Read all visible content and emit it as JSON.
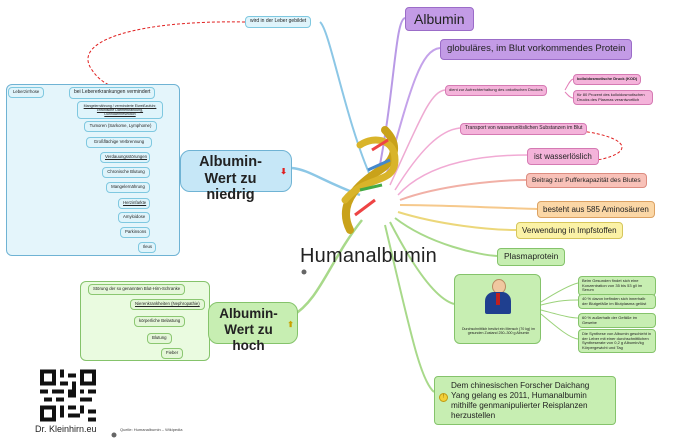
{
  "center": {
    "title": "Humanalbumin"
  },
  "top": {
    "liver": "wird in der Leber gebildet",
    "albumin": "Albumin",
    "globular": "globuläres, im Blut vorkommendes Protein"
  },
  "osmotic": {
    "main": "dient zur Aufrechterhaltung des onkotischen Druckes",
    "kod": "kolloidosmotische Druck (KOD)",
    "percent": "für 80 Prozent des kolloidosmotischen Drucks des Plasmas verantwortlich"
  },
  "transport": {
    "main": "Transport von wasserunlöslichen Substanzen im Blut",
    "soluble": "ist wasserlöslich"
  },
  "right": {
    "buffer": "Beitrag zur Pufferkapazität des Blutes",
    "amino": "besteht aus 585 Aminosäuren",
    "vaccine": "Verwendung in Impfstoffen",
    "plasma": "Plasmaprotein"
  },
  "quantity": {
    "person": "Durchschnittlich besitzt ein Mensch (70 kg) im gesunden Zustand 250–300 g Albumin",
    "healthy": "Beim Gesunden findet sich eine Konzentration von 35 bis 53 g/l im Serum",
    "intra": "40 % davon befinden sich innerhalb der Blutgefäße im Blutplasma gelöst",
    "extra": "60 % außerhalb der Gefäße im Gewebe",
    "synthesis": "Die Synthese von Albumin geschieht in der Leber mit einer durchschnittlichen Syntheserate von 0,2 g Albumin/kg Körpergewicht und Tag"
  },
  "china": "Dem chinesischen Forscher Daichang Yang gelang es 2011, Humanalbumin mithilfe genmanipulierter Reisplanzen herzustellen",
  "low": {
    "title": "Albumin-Wert zu niedrig",
    "liver_diseases": "bei Lebererkrankungen vermindert",
    "liver_items": [
      "Leberzirrhose"
    ],
    "items": [
      "Mangelernährung / verminderte Eiweißzufuhr, chronische Darmerkrankung, Dünndarmresektion",
      "Tumoren (Sarkome, Lymphome)",
      "Großflächige Verbrennung",
      "Verdauungsstörungen",
      "Chronische Blutung",
      "Mangelernährung",
      "Herzinfarkte",
      "Amyloidose",
      "Parkinsons",
      "Ileus"
    ]
  },
  "high": {
    "title": "Albumin-Wert zu hoch",
    "items": [
      "Störung der so genannten Blut-Hirn-Schranke",
      "Nierenkrankheiten (Nephropathie)",
      "körperliche Belastung",
      "Blutung",
      "Fieber"
    ]
  },
  "footer": {
    "brand": "Dr. Kleinhirn.eu",
    "source": "Quelle: Humanalbumin – Wikipedia"
  },
  "colors": {
    "accent_red": "#e02020",
    "link_blue": "#8cc7e6",
    "link_green": "#9bd27a"
  }
}
